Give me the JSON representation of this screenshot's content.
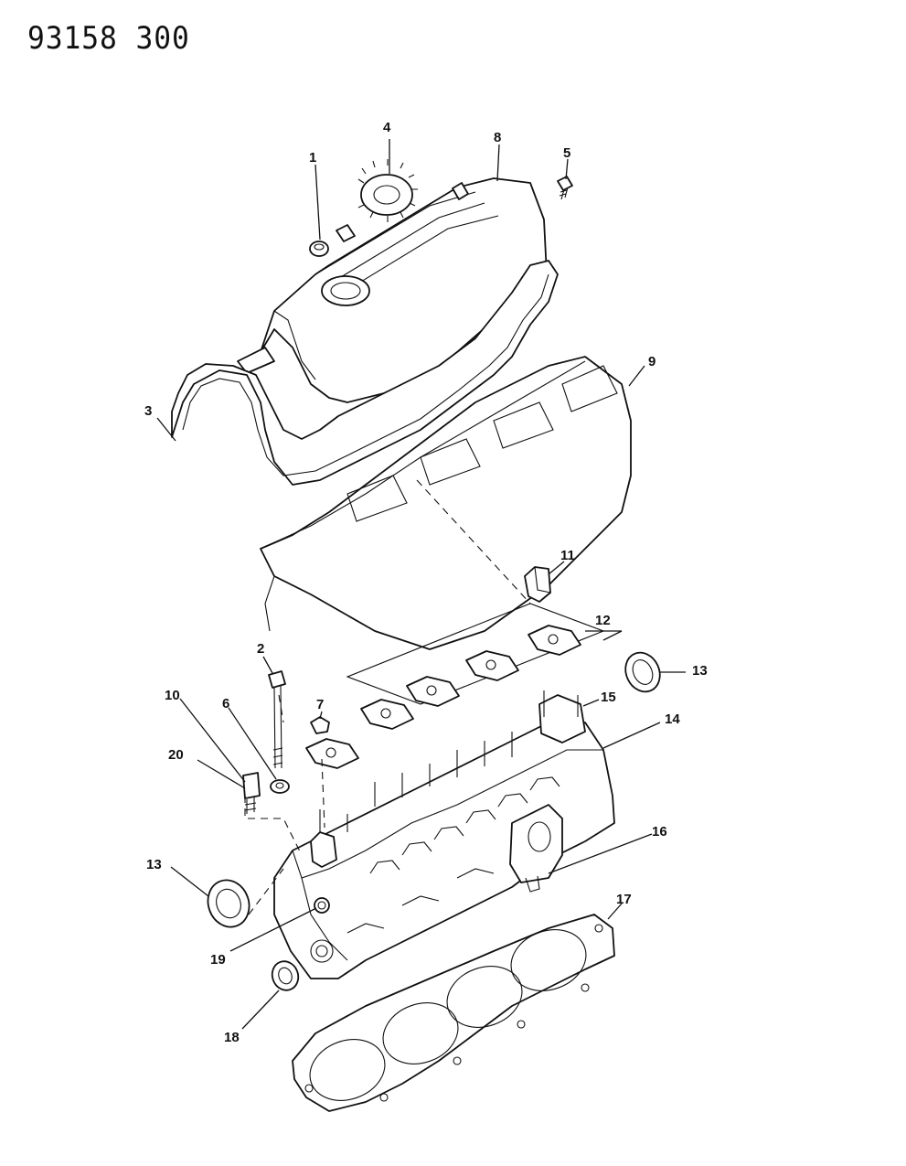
{
  "document_id": "93158  300",
  "callouts": [
    {
      "id": "c1",
      "num": "1"
    },
    {
      "id": "c4",
      "num": "4"
    },
    {
      "id": "c8",
      "num": "8"
    },
    {
      "id": "c5",
      "num": "5"
    },
    {
      "id": "c9",
      "num": "9"
    },
    {
      "id": "c3",
      "num": "3"
    },
    {
      "id": "c11",
      "num": "11"
    },
    {
      "id": "c12",
      "num": "12"
    },
    {
      "id": "c2",
      "num": "2"
    },
    {
      "id": "c13a",
      "num": "13"
    },
    {
      "id": "c10",
      "num": "10"
    },
    {
      "id": "c7",
      "num": "7"
    },
    {
      "id": "c6",
      "num": "6"
    },
    {
      "id": "c15",
      "num": "15"
    },
    {
      "id": "c14",
      "num": "14"
    },
    {
      "id": "c20",
      "num": "20"
    },
    {
      "id": "c16",
      "num": "16"
    },
    {
      "id": "c13b",
      "num": "13"
    },
    {
      "id": "c17",
      "num": "17"
    },
    {
      "id": "c19",
      "num": "19"
    },
    {
      "id": "c18",
      "num": "18"
    }
  ]
}
